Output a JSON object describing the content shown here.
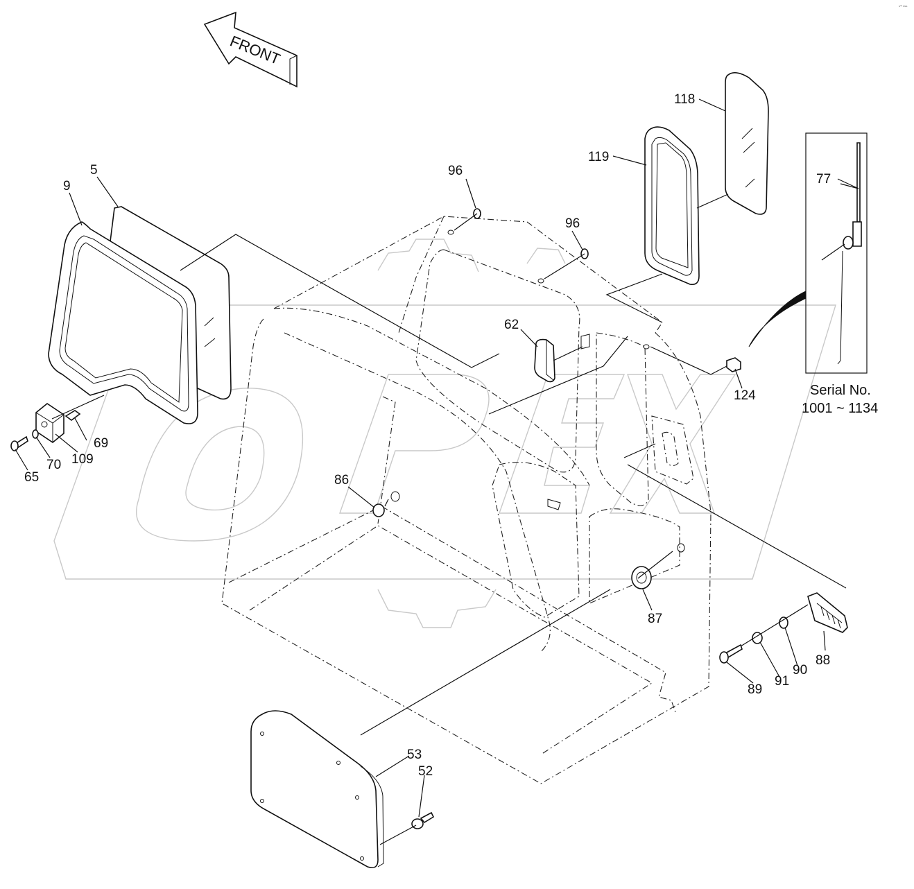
{
  "diagram": {
    "direction_arrow": {
      "text": "FRONT"
    },
    "serial_box": {
      "line1": "Serial No.",
      "line2": "1001 ~ 1134"
    },
    "watermark": {
      "brand": "OPEX",
      "corner_text": "sᵒᵖ sss."
    },
    "part_labels": {
      "p5": "5",
      "p9": "9",
      "p52": "52",
      "p53": "53",
      "p62": "62",
      "p65": "65",
      "p69": "69",
      "p70": "70",
      "p77": "77",
      "p86": "86",
      "p87": "87",
      "p88": "88",
      "p89": "89",
      "p90": "90",
      "p91": "91",
      "p96a": "96",
      "p96b": "96",
      "p109": "109",
      "p118": "118",
      "p119": "119",
      "p124": "124"
    }
  }
}
